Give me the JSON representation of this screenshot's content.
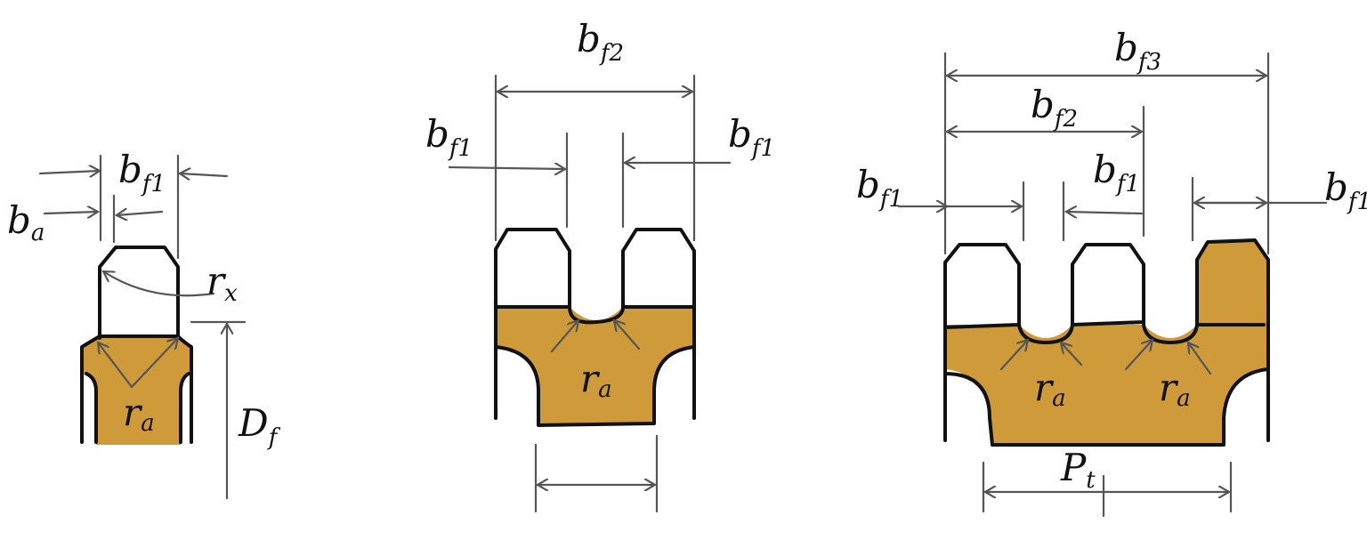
{
  "colors": {
    "fill": "#CF9A3A",
    "outline": "#111111",
    "dimension": "#555555"
  },
  "labels": {
    "ba": {
      "main": "b",
      "sub": "a"
    },
    "bf1": {
      "main": "b",
      "sub": "f1"
    },
    "bf2": {
      "main": "b",
      "sub": "f2"
    },
    "bf3": {
      "main": "b",
      "sub": "f3"
    },
    "rx": {
      "main": "r",
      "sub": "x"
    },
    "ra": {
      "main": "r",
      "sub": "a"
    },
    "Df": {
      "main": "D",
      "sub": "f"
    },
    "Pt": {
      "main": "P",
      "sub": "t"
    }
  }
}
